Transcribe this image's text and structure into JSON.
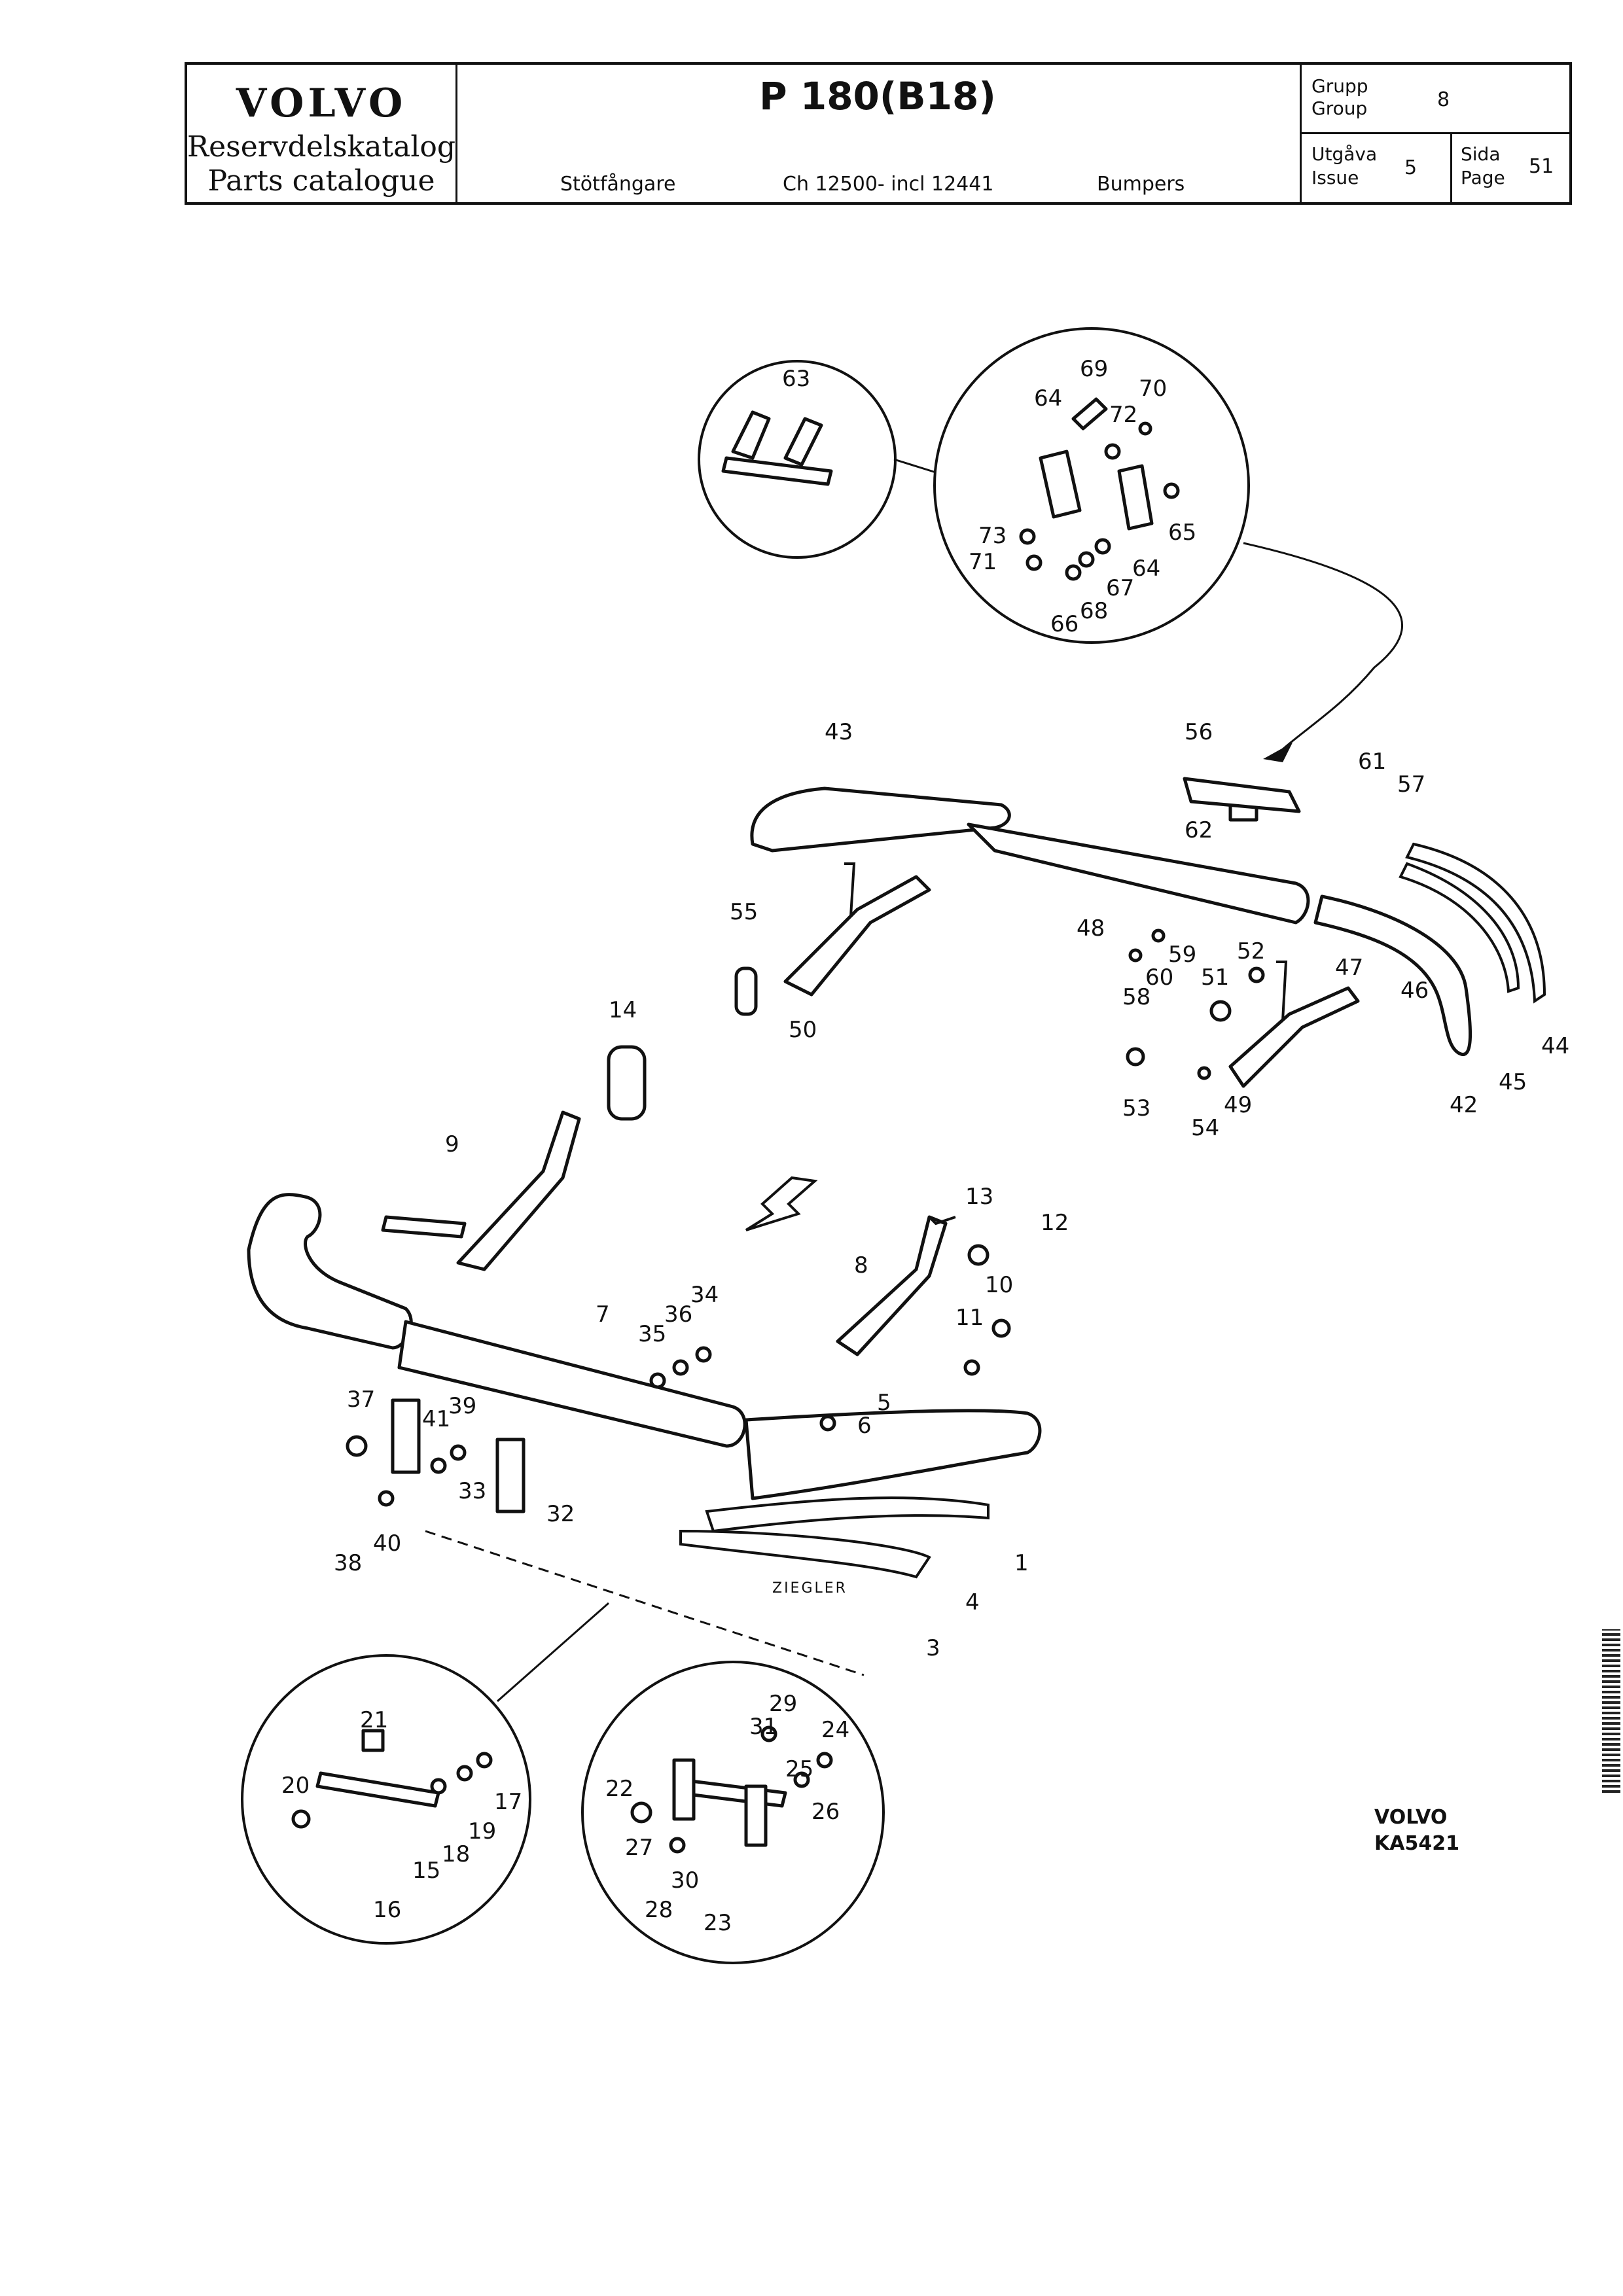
{
  "header": {
    "brand": "VOLVO",
    "catalog_sv": "Reservdelskatalog",
    "catalog_en": "Parts catalogue",
    "model": "P 180(B18)",
    "section_sv": "Stötfångare",
    "chassis": "Ch 12500- incl 12441",
    "section_en": "Bumpers",
    "group_sv": "Grupp",
    "group_en": "Group",
    "group_value": "8",
    "issue_sv": "Utgåva",
    "issue_en": "Issue",
    "issue_value": "5",
    "page_sv": "Sida",
    "page_en": "Page",
    "page_value": "51"
  },
  "diagram": {
    "stamp_text": "ZIEGLER",
    "callouts": [
      "1",
      "3",
      "4",
      "5",
      "6",
      "7",
      "8",
      "9",
      "10",
      "11",
      "12",
      "13",
      "14",
      "15",
      "16",
      "17",
      "18",
      "19",
      "20",
      "21",
      "22",
      "23",
      "24",
      "25",
      "26",
      "27",
      "28",
      "29",
      "30",
      "31",
      "32",
      "33",
      "34",
      "35",
      "36",
      "37",
      "38",
      "39",
      "40",
      "41",
      "42",
      "43",
      "44",
      "45",
      "46",
      "47",
      "48",
      "49",
      "50",
      "51",
      "52",
      "53",
      "54",
      "55",
      "56",
      "57",
      "58",
      "59",
      "60",
      "61",
      "62",
      "63",
      "64",
      "64",
      "65",
      "66",
      "67",
      "68",
      "69",
      "70",
      "71",
      "72",
      "73"
    ]
  },
  "footer": {
    "maker": "VOLVO",
    "ref_code": "KA5421"
  }
}
